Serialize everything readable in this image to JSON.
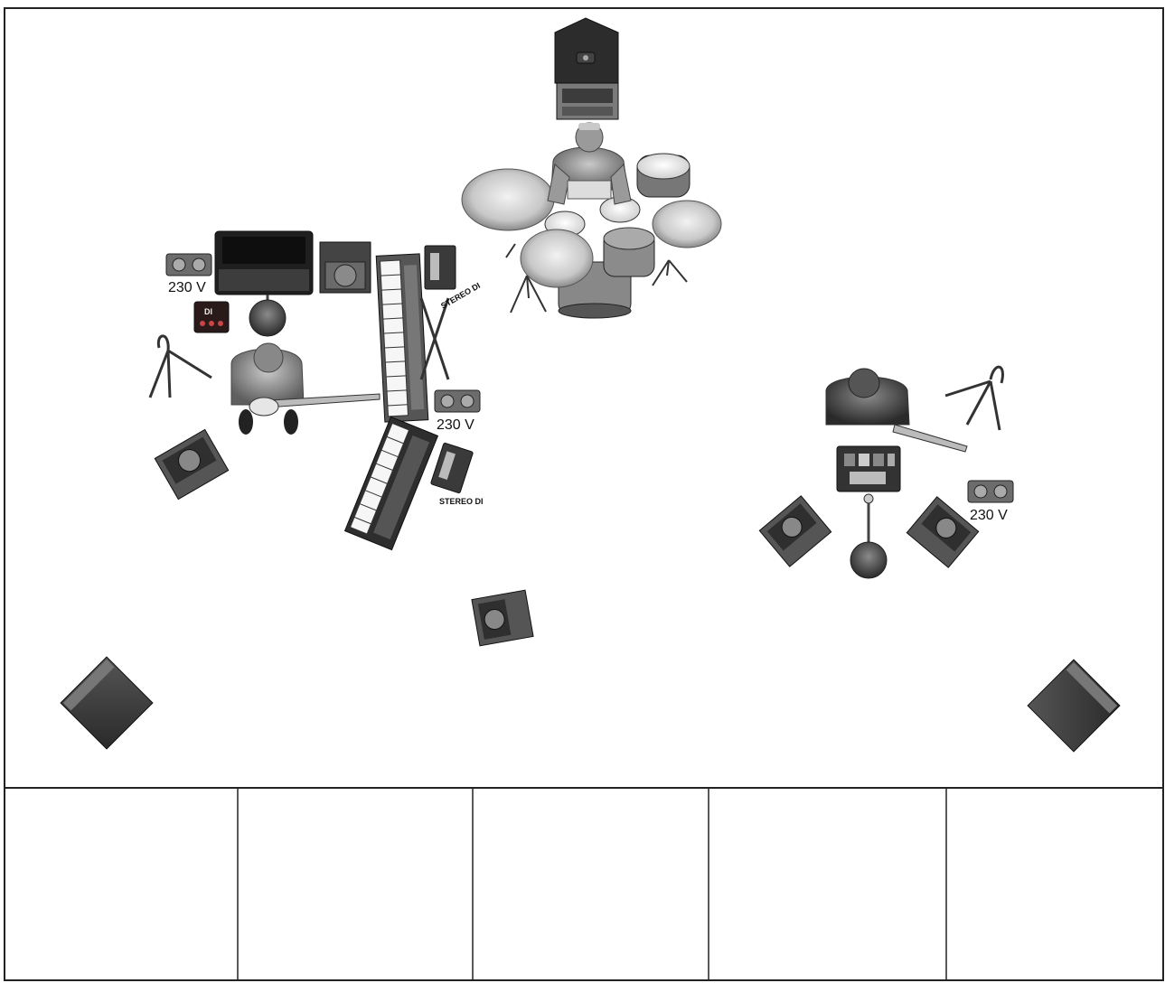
{
  "stage": {
    "power_labels": [
      "230 V",
      "230 V",
      "230 V"
    ],
    "di_box_label": "STEREO DI",
    "di_logo": "DI"
  },
  "table": {
    "columns": [
      "",
      "",
      "",
      "",
      ""
    ]
  },
  "colors": {
    "border": "#222222",
    "equipment_dark": "#2b2b2b",
    "equipment_mid": "#6e6e6e",
    "equipment_light": "#b5b5b5",
    "skin": "#9a9a9a"
  }
}
